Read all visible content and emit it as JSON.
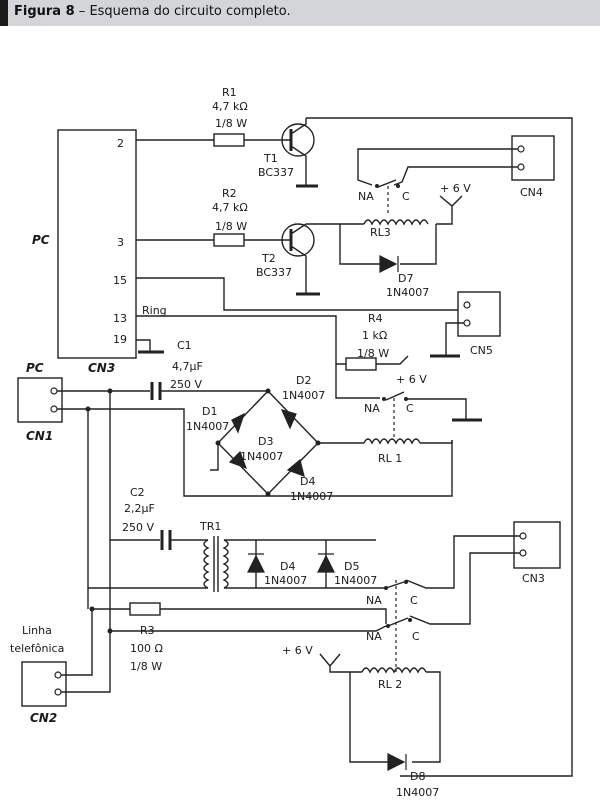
{
  "figure": {
    "label": "Figura 8",
    "separator": "–",
    "caption": "Esquema do circuito completo."
  },
  "labels": {
    "pc_block": "PC",
    "cn3_block": "CN3",
    "pin_2": "2",
    "pin_3": "3",
    "pin_15": "15",
    "pin_13": "13",
    "pin_19": "19",
    "ring": "Ring",
    "r1_name": "R1",
    "r1_value": "4,7 kΩ",
    "r1_power": "1/8 W",
    "t1_name": "T1",
    "t1_part": "BC337",
    "r2_name": "R2",
    "r2_value": "4,7 kΩ",
    "r2_power": "1/8 W",
    "t2_name": "T2",
    "t2_part": "BC337",
    "cn4": "CN4",
    "cn5": "CN5",
    "cn3": "CN3",
    "cn1_pc": "PC",
    "cn1": "CN1",
    "cn2_linha": "Linha",
    "cn2_tel": "telefônica",
    "cn2": "CN2",
    "na1": "NA",
    "c1_contact": "C",
    "plus6v_1": "+ 6 V",
    "rl3": "RL3",
    "d7_name": "D7",
    "d7_part": "1N4007",
    "r4_name": "R4",
    "r4_value": "1 kΩ",
    "r4_power": "1/8 W",
    "plus6v_2": "+ 6 V",
    "na2": "NA",
    "c2_contact": "C",
    "c1_name": "C1",
    "c1_value": "4,7µF",
    "c1_volt": "250 V",
    "d1_name": "D1",
    "d1_part": "1N4007",
    "d2_name": "D2",
    "d2_part": "1N4007",
    "d3_name": "D3",
    "d3_part": "1N4007",
    "d4b_name": "D4",
    "d4b_part": "1N4007",
    "rl1": "RL 1",
    "c2_name": "C2",
    "c2_value": "2,2µF",
    "c2_volt": "250 V",
    "tr1": "TR1",
    "d4_name": "D4",
    "d4_part": "1N4007",
    "d5_name": "D5",
    "d5_part": "1N4007",
    "na3": "NA",
    "c3_contact": "C",
    "na4": "NA",
    "c4_contact": "C",
    "r3_name": "R3",
    "r3_value": "100 Ω",
    "r3_power": "1/8 W",
    "plus6v_3": "+ 6 V",
    "rl2": "RL 2",
    "d8_name": "D8",
    "d8_part": "1N4007"
  }
}
